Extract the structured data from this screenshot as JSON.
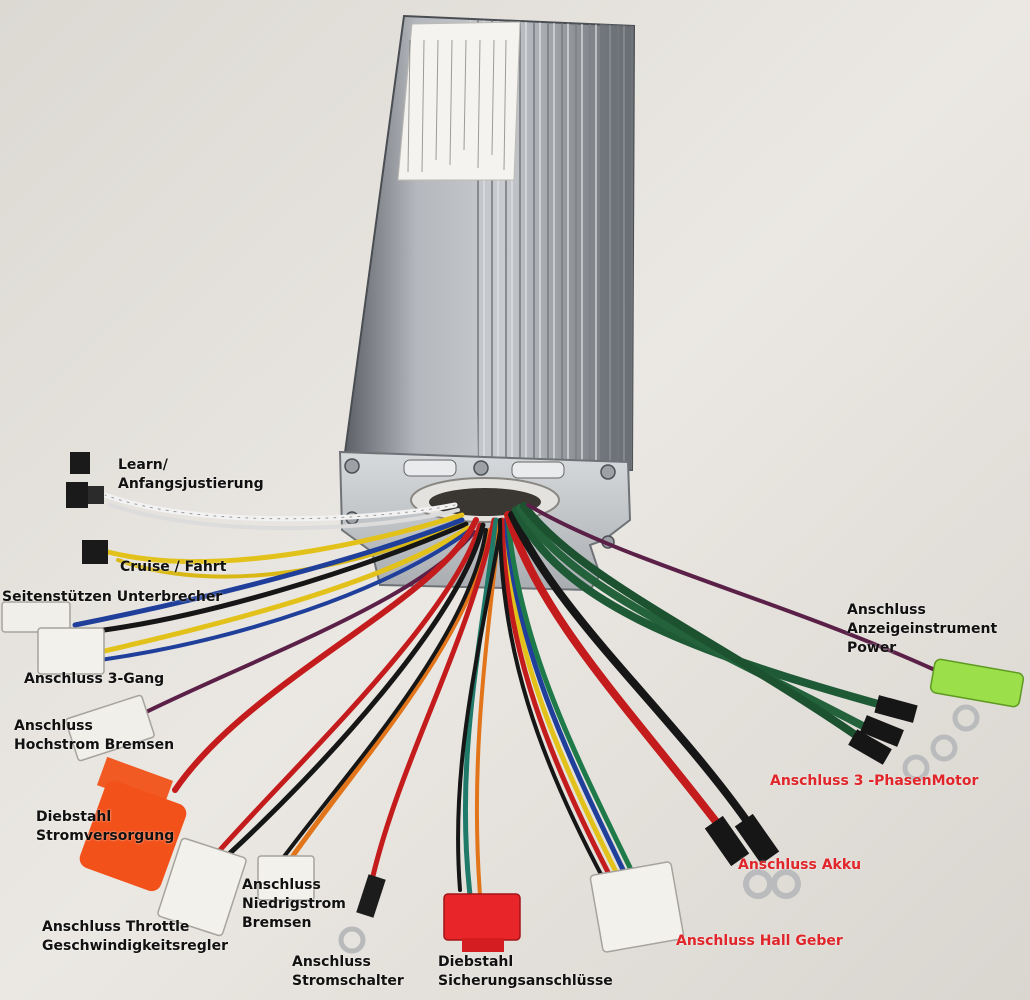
{
  "labels": {
    "learn": [
      "Learn/",
      "Anfangsjustierung"
    ],
    "cruise": "Cruise / Fahrt",
    "seitenstuetzen": "Seitenstützen Unterbrecher",
    "gang3": "Anschluss 3-Gang",
    "hochstrom": [
      "Anschluss",
      "Hochstrom Bremsen"
    ],
    "diebstahl_strom": [
      "Diebstahl",
      "Stromversorgung"
    ],
    "throttle": [
      "Anschluss  Throttle",
      "Geschwindigkeitsregler"
    ],
    "niedrigstrom": [
      "Anschluss",
      "Niedrigstrom",
      "Bremsen"
    ],
    "stromschalter": [
      "Anschluss",
      "Stromschalter"
    ],
    "diebstahl_sicherung": [
      "Diebstahl",
      "Sicherungsanschlüsse"
    ],
    "hall": "Anschluss Hall Geber",
    "akku": "Anschluss Akku",
    "phasen": "Anschluss 3 -PhasenMotor",
    "anzeige": [
      "Anschluss",
      "Anzeigeinstrument",
      "Power"
    ]
  },
  "colors": {
    "red_label": "#e0262a",
    "black_label": "#111111",
    "wire_red": "#c41c1c",
    "wire_green": "#1f5a36",
    "wire_yellow": "#e2c21a",
    "wire_blue": "#1f3f9a",
    "wire_purple": "#5a2048",
    "wire_orange": "#e2741a",
    "wire_black": "#161616",
    "wire_white": "#f2f2f2"
  }
}
